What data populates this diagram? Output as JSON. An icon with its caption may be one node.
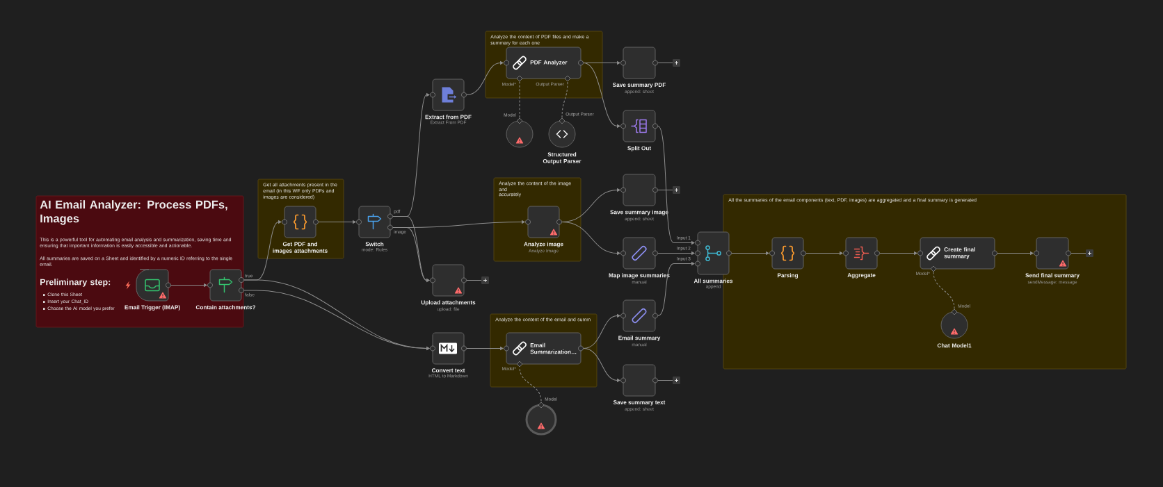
{
  "diagram": {
    "nodes": [
      {
        "text": [
          "AI Email Analyzer: Process PDFs, Images",
          "This is a powerful tool for automating email analysis and summarization, saving time and ensuring that important information is easily accessible and actionable.",
          "All summaries are saved on a Sheet and identified by a numeric ID referring to the single email.",
          "Preliminary step:",
          "Clone this Sheet",
          "Insert your Chat_ID",
          "Choose the AI model you prefer"
        ]
      },
      {
        "text": [
          "Email Trigger (IMAP)"
        ],
        "in": 0
      },
      {
        "text": [
          "Contain attachments?"
        ],
        "in": 0,
        "beside": [
          "true",
          "false"
        ]
      },
      {
        "text": [
          "Get all attachments present in the email (in this WF only PDFs and images are considered)"
        ]
      },
      {
        "text": [
          "Get PDF and images attachments"
        ],
        "in": 3
      },
      {
        "text": [
          "Switch",
          "mode: Rules"
        ],
        "beside": [
          "pdf",
          "image"
        ]
      },
      {
        "text": [
          "Extract from PDF",
          "Extract From PDF"
        ]
      },
      {
        "text": [
          "Analyze the content of PDF files and make a summary for each one"
        ]
      },
      {
        "text": [
          "PDF Analyzer"
        ],
        "in": 7,
        "beside": [
          "Model*",
          "Output Parser"
        ]
      },
      {
        "text": [],
        "shape": "circle",
        "beside": [
          "Model"
        ]
      },
      {
        "text": [
          "Structured Output Parser"
        ],
        "beside": [
          "Output Parser"
        ]
      },
      {
        "text": [
          "Save summary PDF",
          "append: sheet"
        ]
      },
      {
        "text": [
          "Split Out"
        ]
      },
      {
        "text": [
          "Upload attachments",
          "upload: file"
        ]
      },
      {
        "text": [
          "Analyze the content of the image and",
          "accurately"
        ]
      },
      {
        "text": [
          "Analyze image",
          "Analyze Image"
        ],
        "in": 14
      },
      {
        "text": [
          "Save summary image",
          "append: sheet"
        ]
      },
      {
        "text": [
          "Map image summaries",
          "manual"
        ]
      },
      {
        "text": [
          "All summaries",
          "append"
        ],
        "beside": [
          "Input 1",
          "Input 2",
          "Input 3"
        ]
      },
      {
        "text": [
          "All the summaries of the email components (text, PDF, images) are aggregated and a final summary is generated"
        ]
      },
      {
        "text": [
          "Parsing"
        ],
        "in": 19
      },
      {
        "text": [
          "Aggregate"
        ],
        "in": 19
      },
      {
        "text": [
          "Create final summary"
        ],
        "in": 19,
        "beside": [
          "Model*"
        ]
      },
      {
        "text": [
          "Send final summary",
          "sendMessage: message"
        ],
        "in": 19
      },
      {
        "text": [
          "Chat Model1"
        ],
        "in": 19,
        "beside": [
          "Model"
        ]
      },
      {
        "text": [
          "Convert text",
          "HTML to Markdown"
        ]
      },
      {
        "text": [
          "Analyze the content of the email and summ"
        ]
      },
      {
        "text": [
          "Email Summarization…"
        ],
        "in": 26,
        "beside": [
          "Model*"
        ]
      },
      {
        "text": [],
        "shape": "circle",
        "beside": [
          "Model"
        ]
      },
      {
        "text": [
          "Email summary",
          "manual"
        ]
      },
      {
        "text": [
          "Save summary text",
          "append: sheet"
        ]
      }
    ],
    "edges": [
      {
        "from": 1,
        "to": 2,
        "arrow": "to"
      },
      {
        "from": 2,
        "to": 4,
        "arrow": "to"
      },
      {
        "from": 2,
        "to": 25,
        "arrow": "to"
      },
      {
        "from": 2,
        "to": 25,
        "arrow": "to"
      },
      {
        "from": 4,
        "to": 5,
        "arrow": "to"
      },
      {
        "from": 5,
        "to": 6,
        "arrow": "to"
      },
      {
        "from": 5,
        "to": 13,
        "arrow": "to"
      },
      {
        "from": 5,
        "to": 15,
        "arrow": "to"
      },
      {
        "from": 5,
        "to": 13,
        "arrow": "to"
      },
      {
        "from": 6,
        "to": 8,
        "arrow": "to"
      },
      {
        "from": 9,
        "to": 8,
        "arrow": "none",
        "style": "dashed"
      },
      {
        "from": 10,
        "to": 8,
        "arrow": "none",
        "style": "dashed"
      },
      {
        "from": 8,
        "to": 11,
        "arrow": "to"
      },
      {
        "from": 8,
        "to": 12,
        "arrow": "to"
      },
      {
        "from": 11,
        "to": null,
        "arrow": "none"
      },
      {
        "from": 12,
        "to": 18,
        "arrow": "to"
      },
      {
        "from": 13,
        "to": null,
        "arrow": "none"
      },
      {
        "from": 15,
        "to": 16,
        "arrow": "to"
      },
      {
        "from": 15,
        "to": 17,
        "arrow": "to"
      },
      {
        "from": 16,
        "to": null,
        "arrow": "none"
      },
      {
        "from": 17,
        "to": 18,
        "arrow": "to"
      },
      {
        "from": 18,
        "to": 20,
        "arrow": "to"
      },
      {
        "from": 20,
        "to": 21,
        "arrow": "to"
      },
      {
        "from": 21,
        "to": 22,
        "arrow": "to"
      },
      {
        "from": 22,
        "to": 23,
        "arrow": "to"
      },
      {
        "from": 23,
        "to": null,
        "arrow": "none"
      },
      {
        "from": 24,
        "to": 22,
        "arrow": "none",
        "style": "dashed"
      },
      {
        "from": 25,
        "to": 27,
        "arrow": "to"
      },
      {
        "from": 28,
        "to": 27,
        "arrow": "none",
        "style": "dashed"
      },
      {
        "from": 27,
        "to": 29,
        "arrow": "to"
      },
      {
        "from": 27,
        "to": 30,
        "arrow": "to"
      },
      {
        "from": 29,
        "to": 18,
        "arrow": "to"
      },
      {
        "from": 30,
        "to": null,
        "arrow": "none"
      }
    ]
  }
}
